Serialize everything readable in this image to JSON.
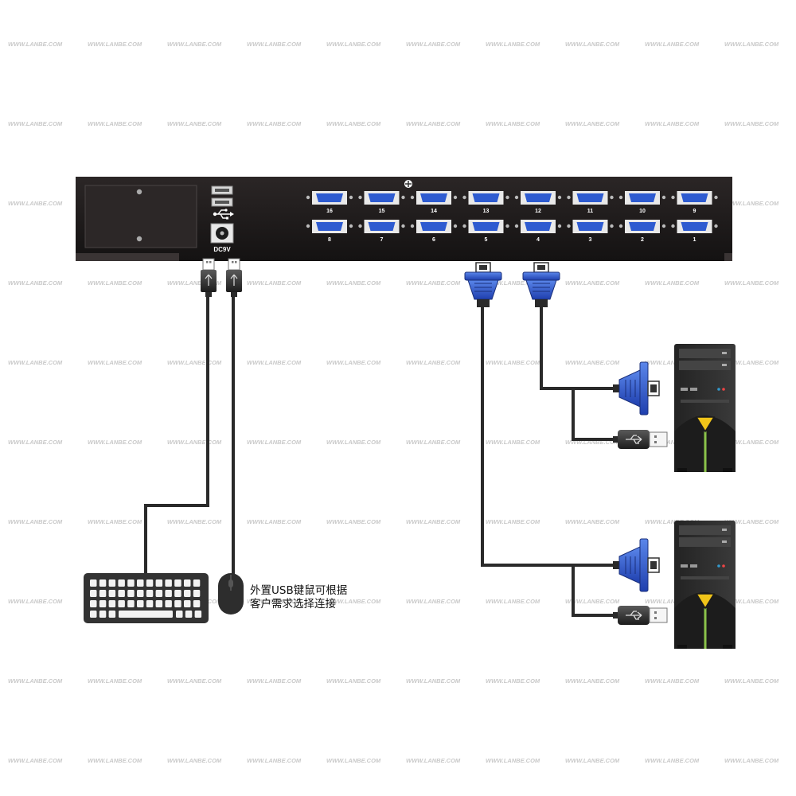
{
  "watermark": {
    "text": "WWW.LANBE.COM"
  },
  "kvm_panel": {
    "top_row_ports": [
      "16",
      "15",
      "14",
      "13",
      "12",
      "11",
      "10",
      "9"
    ],
    "bottom_row_ports": [
      "8",
      "7",
      "6",
      "5",
      "4",
      "3",
      "2",
      "1"
    ],
    "power_label": "DC9V",
    "usb_icon": "usb-trident-icon"
  },
  "note": {
    "line1": "外置USB键鼠可根据",
    "line2": "客户需求选择连接"
  },
  "colors": {
    "panel": "#1e1b1b",
    "vga_blue": "#2b55c8",
    "cable": "#2a2a2a",
    "computer_body": "#2b2b2b",
    "computer_accent": "#f0c419"
  }
}
